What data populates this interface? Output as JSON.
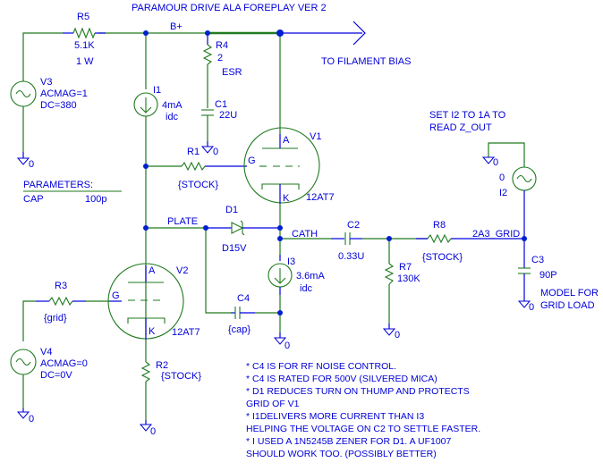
{
  "title": "PARAMOUR DRIVE ALA FOREPLAY VER 2",
  "colors": {
    "wire": "#1f7a1f",
    "text": "#0000d8",
    "junction": "#0020d0",
    "background": "#ffffff"
  },
  "nets": {
    "bplus": "B+",
    "plate": "PLATE",
    "cath": "CATH",
    "grid2a3": "2A3_GRID",
    "filament": "TO FILAMENT BIAS"
  },
  "ground_label": "0",
  "components": {
    "R5": {
      "ref": "R5",
      "value": "5.1K",
      "extra": "1 W"
    },
    "V3": {
      "ref": "V3",
      "acmag": "ACMAG=1",
      "dc": "DC=380"
    },
    "I1": {
      "ref": "I1",
      "value": "4mA",
      "type": "idc"
    },
    "R4": {
      "ref": "R4",
      "value": "2",
      "extra": "ESR"
    },
    "C1": {
      "ref": "C1",
      "value": "22U"
    },
    "R1": {
      "ref": "R1",
      "value": "{STOCK}"
    },
    "V1": {
      "ref": "V1",
      "model": "12AT7",
      "pin_a": "A",
      "pin_g": "G",
      "pin_k": "K"
    },
    "V2": {
      "ref": "V2",
      "model": "12AT7",
      "pin_a": "A",
      "pin_g": "G",
      "pin_k": "K"
    },
    "D1": {
      "ref": "D1",
      "value": "D15V"
    },
    "C2": {
      "ref": "C2",
      "value": "0.33U"
    },
    "I3": {
      "ref": "I3",
      "value": "3.6mA",
      "type": "idc"
    },
    "C4": {
      "ref": "C4",
      "value": "{cap}"
    },
    "R7": {
      "ref": "R7",
      "value": "130K"
    },
    "R8": {
      "ref": "R8",
      "value": "{STOCK}"
    },
    "I2": {
      "ref": "I2",
      "value": "0"
    },
    "C3": {
      "ref": "C3",
      "value": "90P"
    },
    "R3": {
      "ref": "R3",
      "value": "{grid}"
    },
    "V4": {
      "ref": "V4",
      "acmag": "ACMAG=0",
      "dc": "DC=0V"
    },
    "R2": {
      "ref": "R2",
      "value": "{STOCK}"
    }
  },
  "parameters": {
    "header": "PARAMETERS:",
    "name": "CAP",
    "value": "100p"
  },
  "annotations": {
    "i2_note": [
      "SET I2 TO 1A TO",
      "READ Z_OUT"
    ],
    "c3_note": [
      "MODEL FOR",
      "GRID LOAD"
    ]
  },
  "notes": [
    "* C4 IS FOR RF NOISE CONTROL.",
    "* C4 IS RATED FOR 500V (SILVERED MICA)",
    "* D1 REDUCES TURN ON THUMP AND PROTECTS",
    "GRID OF V1",
    "*  I1DELIVERS MORE CURRENT THAN I3",
    "HELPING THE VOLTAGE ON C2 TO SETTLE FASTER.",
    "*  I USED A 1N5245B ZENER FOR D1.   A UF1007",
    "SHOULD WORK TOO. (POSSIBLY BETTER)"
  ]
}
